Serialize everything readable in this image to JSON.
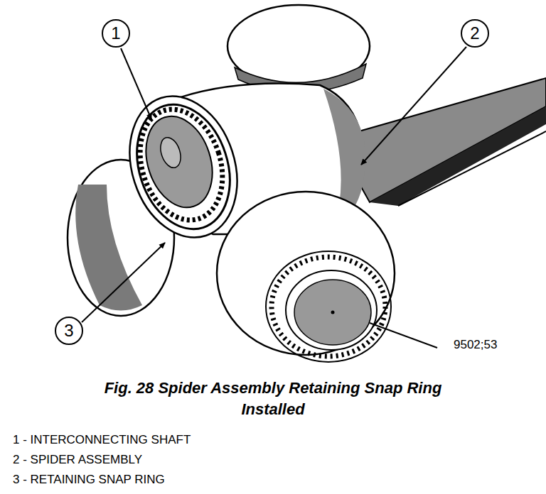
{
  "diagram": {
    "caption": "Fig. 28 Spider Assembly Retaining Snap Ring Installed",
    "nodes": [
      {
        "text": [
          "1"
        ]
      },
      {
        "text": [
          "2"
        ]
      },
      {
        "text": [
          "3"
        ]
      }
    ],
    "labels": [
      "9502;53",
      "1 - INTERCONNECTING SHAFT",
      "2 - SPIDER ASSEMBLY",
      "3 - RETAINING SNAP RING"
    ]
  }
}
